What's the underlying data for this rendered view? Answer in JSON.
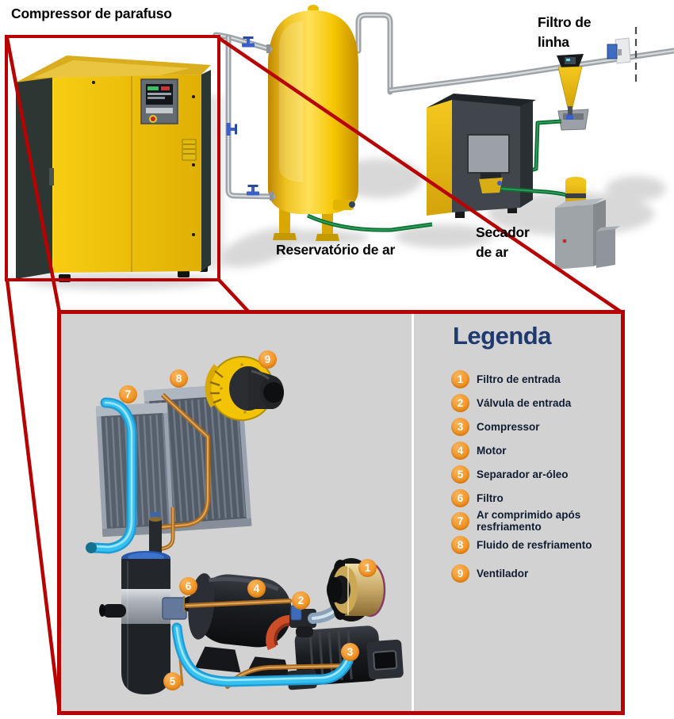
{
  "overview": {
    "compressor_label": "Compressor de parafuso",
    "reservoir_label": "Reservatório de ar",
    "dryer_label": "Secador\nde ar",
    "line_filter_label": "Filtro de\nlinha"
  },
  "legend": {
    "title": "Legenda",
    "items": [
      {
        "n": "1",
        "label": "Filtro de entrada"
      },
      {
        "n": "2",
        "label": "Válvula de entrada"
      },
      {
        "n": "3",
        "label": "Compressor"
      },
      {
        "n": "4",
        "label": "Motor"
      },
      {
        "n": "5",
        "label": "Separador ar-óleo"
      },
      {
        "n": "6",
        "label": "Filtro"
      },
      {
        "n": "7",
        "label": "Ar comprimido após resfriamento"
      },
      {
        "n": "8",
        "label": "Fluido de resfriamento"
      },
      {
        "n": "9",
        "label": "Ventilador"
      }
    ]
  },
  "colors": {
    "frame_red": "#b80202",
    "machine_yellow": "#f2c400",
    "badge_orange": "#f0901c",
    "legend_navy": "#1e3a6e",
    "pipe_gray": "#9ea3a8",
    "pipe_green": "#0f6e33",
    "pipe_cyan": "#29b6e8",
    "pipe_copper": "#b87a2e"
  }
}
